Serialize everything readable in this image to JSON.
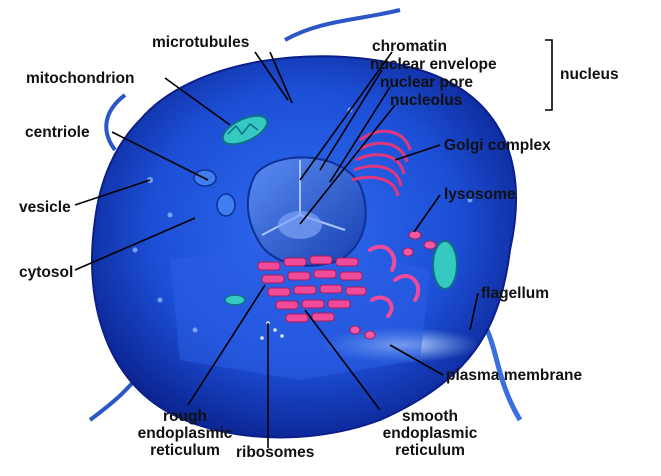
{
  "colors": {
    "cytoplasm": "#1c4fd6",
    "cytoplasm_dark": "#0a1f8a",
    "membrane_glow": "#9fd0ff",
    "nucleus": "#2a63e8",
    "golgi": "#e2377c",
    "er": "#f04a9a",
    "mitochondrion": "#36c9c2",
    "leader": "#000000"
  },
  "labels": {
    "microtubules": "microtubules",
    "mitochondrion": "mitochondrion",
    "centriole": "centriole",
    "vesicle": "vesicle",
    "cytosol": "cytosol",
    "chromatin": "chromatin",
    "nuclear_envelope": "nuclear envelope",
    "nuclear_pore": "nuclear pore",
    "nucleolus": "nucleolus",
    "nucleus": "nucleus",
    "golgi_complex": "Golgi complex",
    "lysosome": "lysosome",
    "flagellum": "flagellum",
    "plasma_membrane": "plasma membrane",
    "rough_er_line1": "rough",
    "rough_er_line2": "endoplasmic",
    "rough_er_line3": "reticulum",
    "ribosomes": "ribosomes",
    "smooth_er_line1": "smooth",
    "smooth_er_line2": "endoplasmic",
    "smooth_er_line3": "reticulum"
  }
}
